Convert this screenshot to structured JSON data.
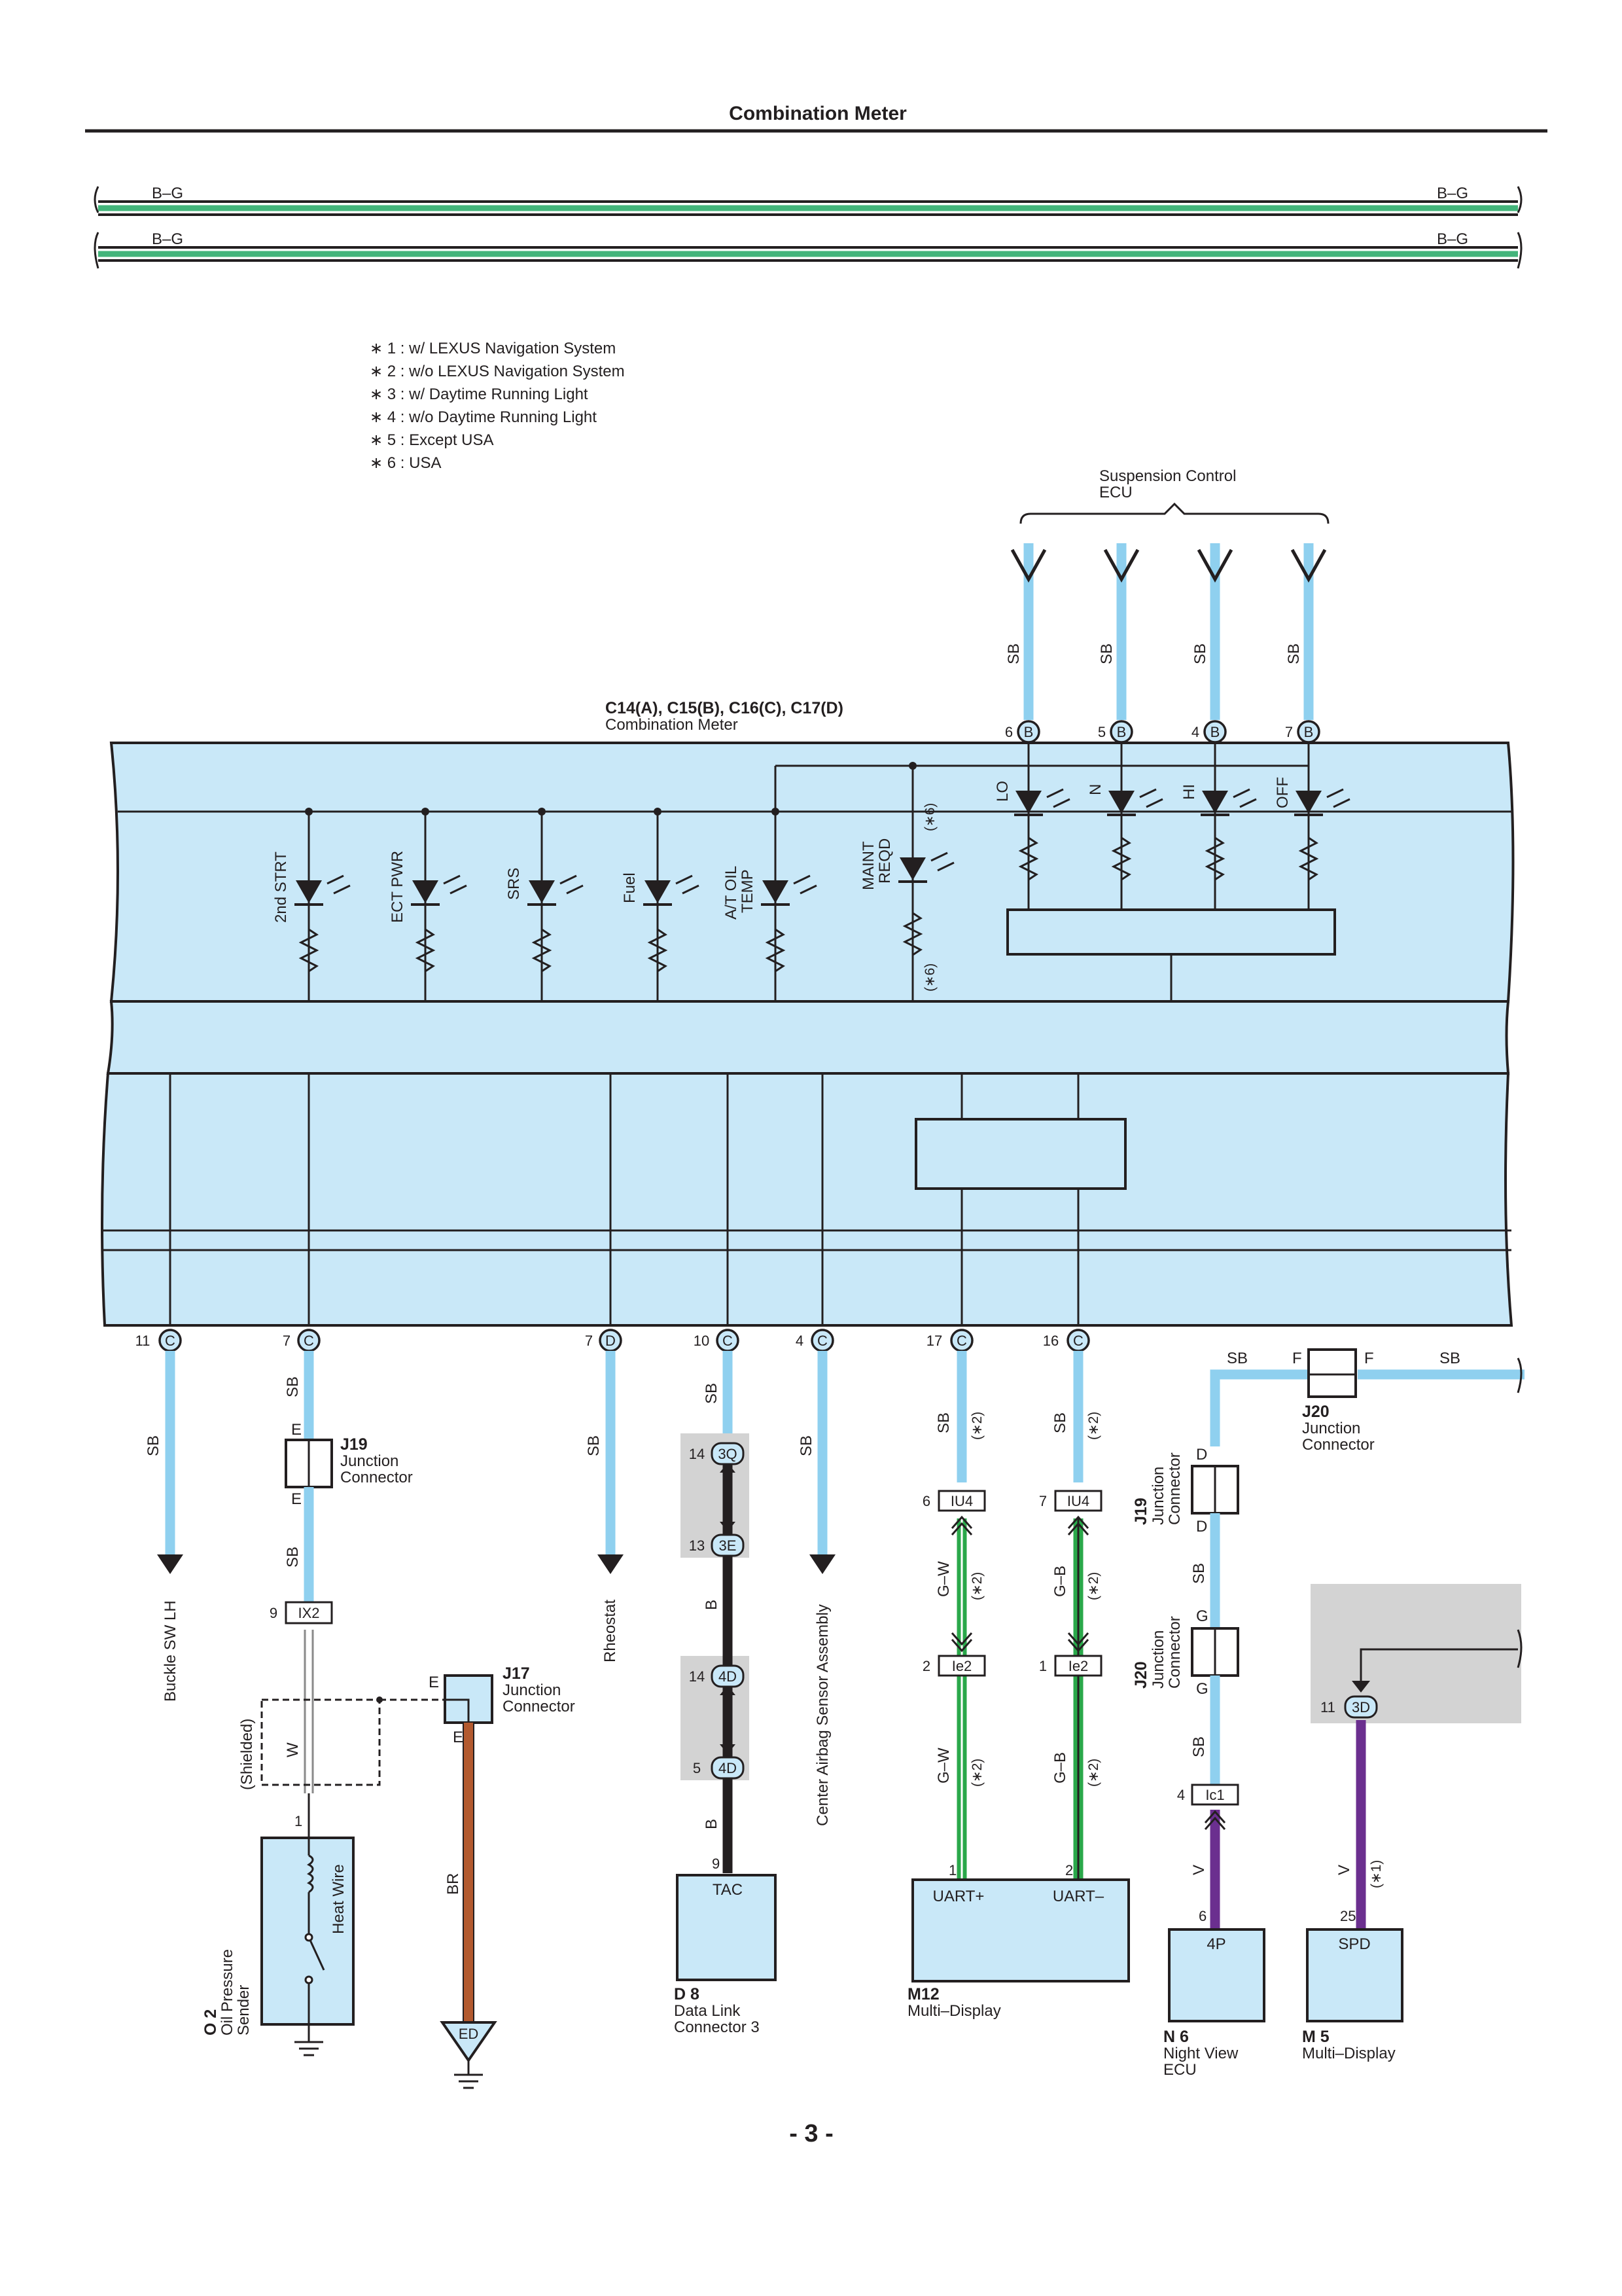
{
  "page": {
    "title": "Combination Meter",
    "page_number": "- 3 -"
  },
  "bus_lines": [
    {
      "left_label": "B–G",
      "right_label": "B–G",
      "color": "#43b47a"
    },
    {
      "left_label": "B–G",
      "right_label": "B–G",
      "color": "#43b47a"
    }
  ],
  "notes": [
    "∗ 1 : w/ LEXUS Navigation System",
    "∗ 2 : w/o LEXUS Navigation System",
    "∗ 3 : w/ Daytime Running Light",
    "∗ 4 : w/o Daytime Running Light",
    "∗ 5 : Except USA",
    "∗ 6 : USA"
  ],
  "suspension_ecu": {
    "name_line1": "Suspension Control",
    "name_line2": "ECU",
    "wires": [
      {
        "color": "SB",
        "pin": "6",
        "connector": "B",
        "indicator": "LO"
      },
      {
        "color": "SB",
        "pin": "5",
        "connector": "B",
        "indicator": "N"
      },
      {
        "color": "SB",
        "pin": "4",
        "connector": "B",
        "indicator": "HI"
      },
      {
        "color": "SB",
        "pin": "7",
        "connector": "B",
        "indicator": "OFF"
      }
    ]
  },
  "meter": {
    "connectors": "C14(A), C15(B), C16(C), C17(D)",
    "name": "Combination Meter",
    "indicators": [
      "2nd STRT",
      "ECT PWR",
      "SRS",
      "Fuel"
    ],
    "at_oil_temp": [
      "A/T OIL",
      "TEMP"
    ],
    "maint_reqd": [
      "MAINT",
      "REQD"
    ],
    "note6": "(∗6)",
    "bottom_pins": [
      {
        "pin": "11",
        "connector": "C"
      },
      {
        "pin": "7",
        "connector": "C"
      },
      {
        "pin": "7",
        "connector": "D"
      },
      {
        "pin": "10",
        "connector": "C"
      },
      {
        "pin": "4",
        "connector": "C"
      },
      {
        "pin": "17",
        "connector": "C"
      },
      {
        "pin": "16",
        "connector": "C"
      }
    ]
  },
  "circuits": {
    "buckle": {
      "wire": "SB",
      "dest": "Buckle SW LH"
    },
    "oil": {
      "wire_top": "SB",
      "j19_pin_top": "E",
      "j19_pin_bottom": "E",
      "wire_mid": "SB",
      "ix_pin": "9",
      "ix_name": "IX2",
      "shield_wire": "W",
      "shielded": "(Shielded)",
      "sender_pin": "1",
      "heat_wire": "Heat Wire",
      "sender_code": "O 2",
      "sender_name1": "Oil Pressure",
      "sender_name2": "Sender"
    },
    "j19_label": {
      "code": "J19",
      "name1": "Junction",
      "name2": "Connector"
    },
    "j17": {
      "code": "J17",
      "name1": "Junction",
      "name2": "Connector",
      "pin_left": "E",
      "pin_bottom": "E",
      "wire": "BR",
      "ground": "ED"
    },
    "rheostat": {
      "wire": "SB",
      "dest": "Rheostat"
    },
    "tac": {
      "wire_top": "SB",
      "p1": "14",
      "c1": "3Q",
      "p2": "13",
      "c2": "3E",
      "wire_mid": "B",
      "p3": "14",
      "c3": "4D",
      "p4": "5",
      "c4": "4D",
      "wire_bottom": "B",
      "dlc_pin": "9",
      "dlc_term": "TAC",
      "dlc_code": "D 8",
      "dlc_name1": "Data  Link",
      "dlc_name2": "Connector 3"
    },
    "airbag": {
      "wire": "SB",
      "dest": "Center Airbag Sensor Assembly"
    },
    "uart": {
      "wire_top": "SB",
      "note": "(∗2)",
      "pos_pin1": "6",
      "pos_conn1": "IU4",
      "pos_wire1": "G–W",
      "pos_pin2": "2",
      "pos_conn2": "Ie2",
      "pos_wire2": "G–W",
      "pos_pin3": "1",
      "pos_term": "UART+",
      "neg_pin1": "7",
      "neg_conn1": "IU4",
      "neg_wire1": "G–B",
      "neg_pin2": "1",
      "neg_conn2": "Ie2",
      "neg_wire2": "G–B",
      "neg_pin3": "2",
      "neg_term": "UART–",
      "md_code": "M12",
      "md_name": "Multi–Display",
      "wire_color_pos": "#2aa84a",
      "wire_color_neg": "#2aa84a"
    },
    "night_view": {
      "wire_top": "SB",
      "j20_top_pin_left": "F",
      "j20_top_pin_right": "F",
      "wire_right": "SB",
      "j20_top_code": "J20",
      "j20_top_name1": "Junction",
      "j20_top_name2": "Connector",
      "j19_pin_top": "D",
      "j19_pin_bottom": "D",
      "j19_code": "J19",
      "j19_name1": "Junction",
      "j19_name2": "Connector",
      "wire_mid": "SB",
      "j20_pin_top": "G",
      "j20_pin_bottom": "G",
      "j20_code": "J20",
      "j20_name1": "Junction",
      "j20_name2": "Connector",
      "wire_low": "SB",
      "ic_pin": "4",
      "ic_name": "Ic1",
      "wire_v": "V",
      "ecu_pin": "6",
      "ecu_term": "4P",
      "ecu_code": "N 6",
      "ecu_name1": "Night View",
      "ecu_name2": "ECU",
      "wire_color": "#6b2f8f"
    },
    "spd": {
      "pin": "11",
      "conn": "3D",
      "wire": "V",
      "note": "(∗1)",
      "md_pin": "25",
      "term": "SPD",
      "md_code": "M 5",
      "md_name": "Multi–Display",
      "wire_color": "#6b2f8f"
    }
  }
}
